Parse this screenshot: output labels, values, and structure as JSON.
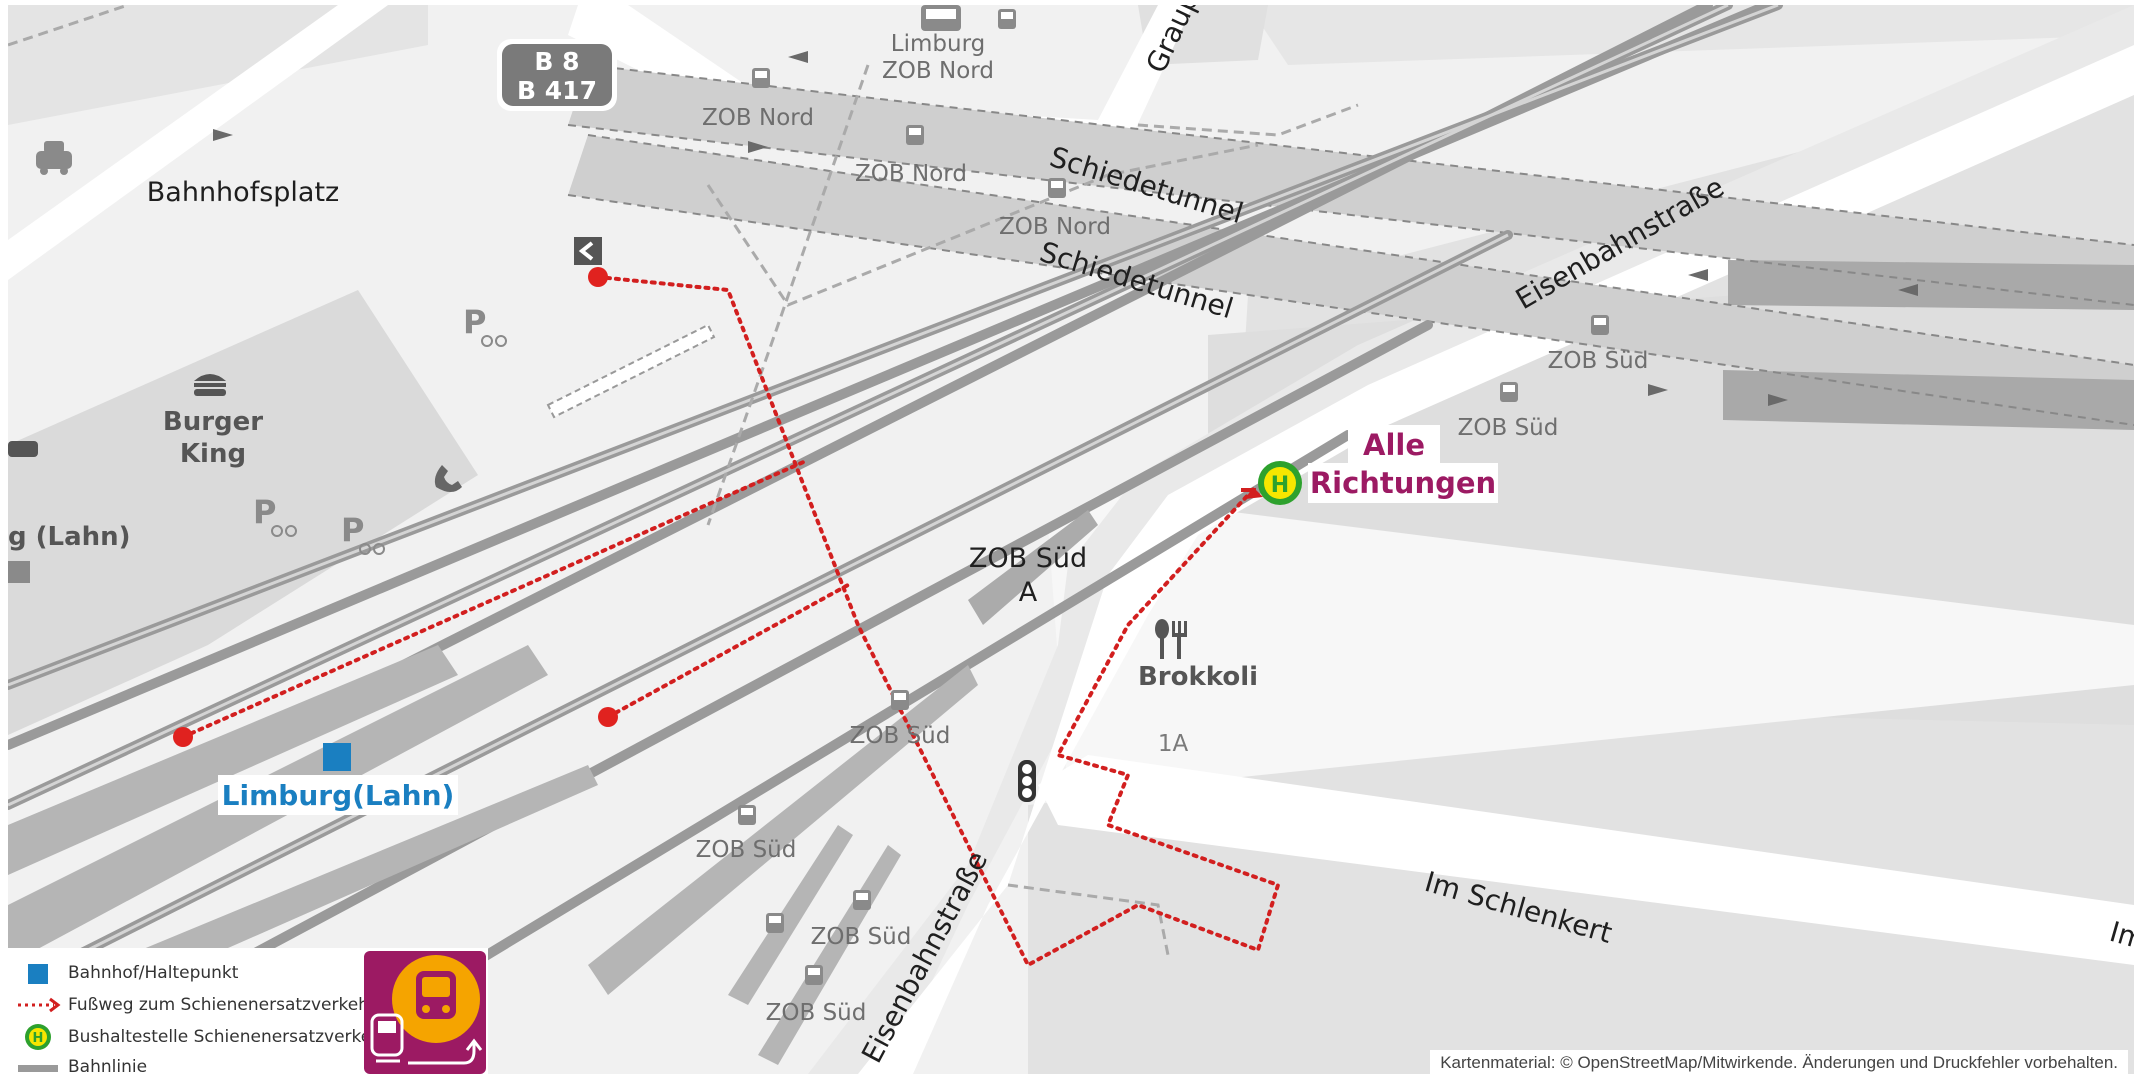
{
  "map": {
    "labels": {
      "limburg_zob_nord_top": "Limburg",
      "limburg_zob_nord_top2": "ZOB Nord",
      "zob_nord_1": "ZOB Nord",
      "zob_nord_2": "ZOB Nord",
      "zob_nord_3": "ZOB Nord",
      "bahnhofsplatz": "Bahnhofsplatz",
      "schiedetunnel_1": "Schiedetunnel",
      "schiedetunnel_2": "Schiedetunnel",
      "graupfort": "Graup",
      "eisenbahnstrasse_top": "Eisenbahnstraße",
      "eisenbahnstrasse_bottom": "Eisenbahnstraße",
      "zob_sued_1": "ZOB Süd",
      "zob_sued_2": "ZOB Süd",
      "zob_sued_3": "ZOB Süd",
      "zob_sued_4": "ZOB Süd",
      "zob_sued_5": "ZOB Süd",
      "zob_sued_6": "ZOB Süd",
      "zob_sued_a_1": "ZOB Süd",
      "zob_sued_a_2": "A",
      "burger_king_1": "Burger",
      "burger_king_2": "King",
      "lahn_partial": "g (Lahn)",
      "brokkoli": "Brokkoli",
      "house_1a": "1A",
      "im_schlenkert": "Im Schlenkert",
      "edge_partial": "Im",
      "alle_richtungen_1": "Alle",
      "alle_richtungen_2": "Richtungen",
      "station": "Limburg(Lahn)",
      "road_b8": "B 8",
      "road_b417": "B 417"
    },
    "icons": {
      "bus_stop": "bus-icon",
      "taxi": "taxi-icon",
      "parking_bike": "parking-bike-icon",
      "burger": "burger-icon",
      "telephone": "telephone-icon",
      "restaurant": "restaurant-icon",
      "traffic_light": "traffic-light-icon",
      "ticket": "ticket-machine-icon",
      "haltestelle": "bus-stop-h-icon"
    },
    "colors": {
      "background": "#f1f1f1",
      "block": "#dcdcdc",
      "road": "#ffffff",
      "track": "#9a9a9a",
      "tunnel": "#c8c8c8",
      "footpath": "#d21f1f",
      "stop_h_fill": "#f6e600",
      "stop_h_ring": "#2da12d",
      "destination": "#9c1a63",
      "station_square": "#1a7fc1"
    }
  },
  "legend": {
    "station": "Bahnhof/Haltepunkt",
    "footpath": "Fußweg zum Schienenersatzverkehr",
    "bus_stop": "Bushaltestelle Schienenersatzverkehr",
    "rail_line": "Bahnlinie"
  },
  "attribution": "Kartenmaterial: © OpenStreetMap/Mitwirkende. Änderungen und Druckfehler vorbehalten."
}
